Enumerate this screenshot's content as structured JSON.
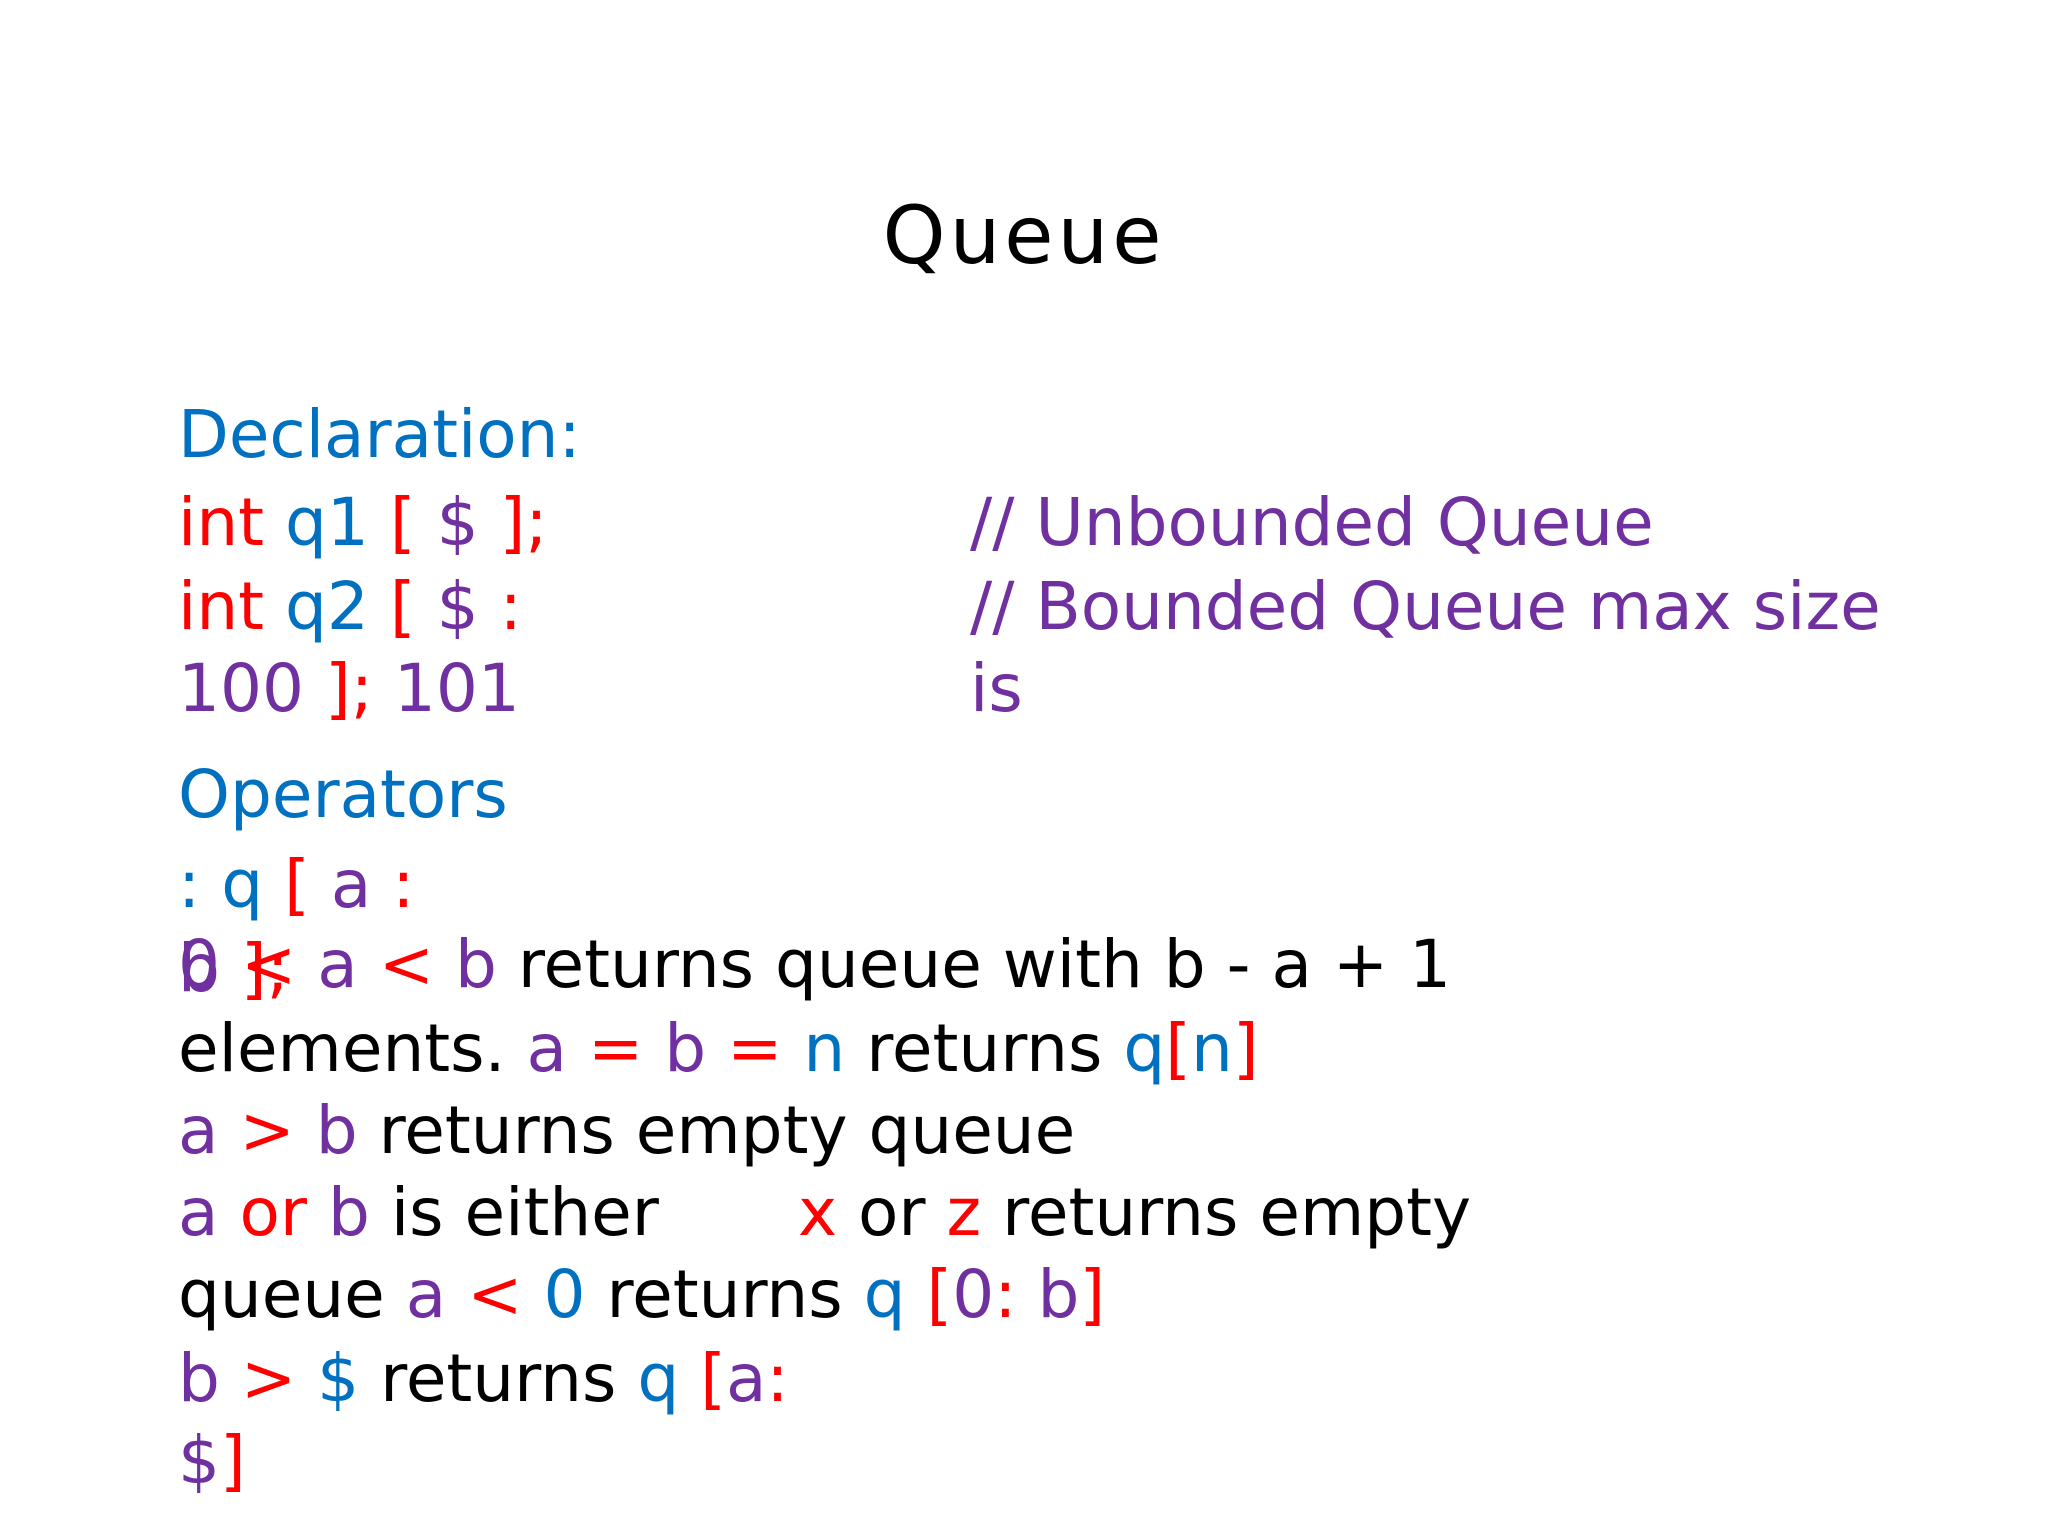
{
  "slide": {
    "title": "Queue",
    "declaration": {
      "heading": "Declaration:",
      "line1": [
        {
          "t": "int ",
          "c": "red"
        },
        {
          "t": "q1 ",
          "c": "blue"
        },
        {
          "t": "[ ",
          "c": "red"
        },
        {
          "t": "$ ",
          "c": "purple"
        },
        {
          "t": "];",
          "c": "red"
        }
      ],
      "line2": [
        {
          "t": "int ",
          "c": "red"
        },
        {
          "t": "q2 ",
          "c": "blue"
        },
        {
          "t": "[ ",
          "c": "red"
        },
        {
          "t": "$ ",
          "c": "purple"
        },
        {
          "t": ":",
          "c": "red"
        }
      ],
      "line3": [
        {
          "t": "100 ",
          "c": "purple"
        },
        {
          "t": "];",
          "c": "red"
        },
        {
          "t": " 101",
          "c": "purple"
        }
      ],
      "comment1": "// Unbounded Queue",
      "comment2": "// Bounded Queue max size",
      "comment3": "is"
    },
    "operators": {
      "heading": "Operators",
      "line1": [
        {
          "t": ": q ",
          "c": "blue"
        },
        {
          "t": "[ ",
          "c": "red"
        },
        {
          "t": "a ",
          "c": "purple"
        },
        {
          "t": ":",
          "c": "red"
        }
      ],
      "line2a": [
        {
          "t": "b ",
          "c": "purple"
        },
        {
          "t": "];",
          "c": "red"
        }
      ],
      "line2b": [
        {
          "t": "0 ",
          "c": "purple"
        },
        {
          "t": "< ",
          "c": "red"
        },
        {
          "t": "a ",
          "c": "purple"
        },
        {
          "t": "< ",
          "c": "red"
        },
        {
          "t": "b",
          "c": "purple"
        },
        {
          "t": " returns queue with b - a + 1",
          "c": "black"
        }
      ],
      "line3": [
        {
          "t": "elements. ",
          "c": "black"
        },
        {
          "t": "a ",
          "c": "purple"
        },
        {
          "t": "= ",
          "c": "red"
        },
        {
          "t": "b ",
          "c": "purple"
        },
        {
          "t": "= ",
          "c": "red"
        },
        {
          "t": "n",
          "c": "blue"
        },
        {
          "t": " returns ",
          "c": "black"
        },
        {
          "t": "q",
          "c": "blue"
        },
        {
          "t": "[",
          "c": "red"
        },
        {
          "t": "n",
          "c": "blue"
        },
        {
          "t": "]",
          "c": "red"
        }
      ],
      "line4": [
        {
          "t": "a ",
          "c": "purple"
        },
        {
          "t": "> ",
          "c": "red"
        },
        {
          "t": "b",
          "c": "purple"
        },
        {
          "t": " returns empty queue",
          "c": "black"
        }
      ],
      "line5a": [
        {
          "t": "a ",
          "c": "purple"
        },
        {
          "t": "or ",
          "c": "red"
        },
        {
          "t": "b",
          "c": "purple"
        },
        {
          "t": " is either",
          "c": "black"
        }
      ],
      "line5b": [
        {
          "t": "x",
          "c": "red"
        },
        {
          "t": " or ",
          "c": "black"
        },
        {
          "t": "z",
          "c": "red"
        },
        {
          "t": " returns empty",
          "c": "black"
        }
      ],
      "line6": [
        {
          "t": "queue ",
          "c": "black"
        },
        {
          "t": "a ",
          "c": "purple"
        },
        {
          "t": "< ",
          "c": "red"
        },
        {
          "t": "0",
          "c": "blue"
        },
        {
          "t": " returns ",
          "c": "black"
        },
        {
          "t": "q ",
          "c": "blue"
        },
        {
          "t": "[",
          "c": "red"
        },
        {
          "t": "0",
          "c": "purple"
        },
        {
          "t": ": ",
          "c": "red"
        },
        {
          "t": "b",
          "c": "purple"
        },
        {
          "t": "]",
          "c": "red"
        }
      ],
      "line7": [
        {
          "t": "b ",
          "c": "purple"
        },
        {
          "t": "> ",
          "c": "red"
        },
        {
          "t": "$",
          "c": "blue"
        },
        {
          "t": " returns ",
          "c": "black"
        },
        {
          "t": "q ",
          "c": "blue"
        },
        {
          "t": "[",
          "c": "red"
        },
        {
          "t": "a",
          "c": "purple"
        },
        {
          "t": ":",
          "c": "red"
        }
      ],
      "line8": [
        {
          "t": "$",
          "c": "purple"
        },
        {
          "t": "]",
          "c": "red"
        }
      ]
    },
    "colors": {
      "blue": "#0070c0",
      "red": "#ff0000",
      "purple": "#7030a0",
      "black": "#000000"
    }
  }
}
